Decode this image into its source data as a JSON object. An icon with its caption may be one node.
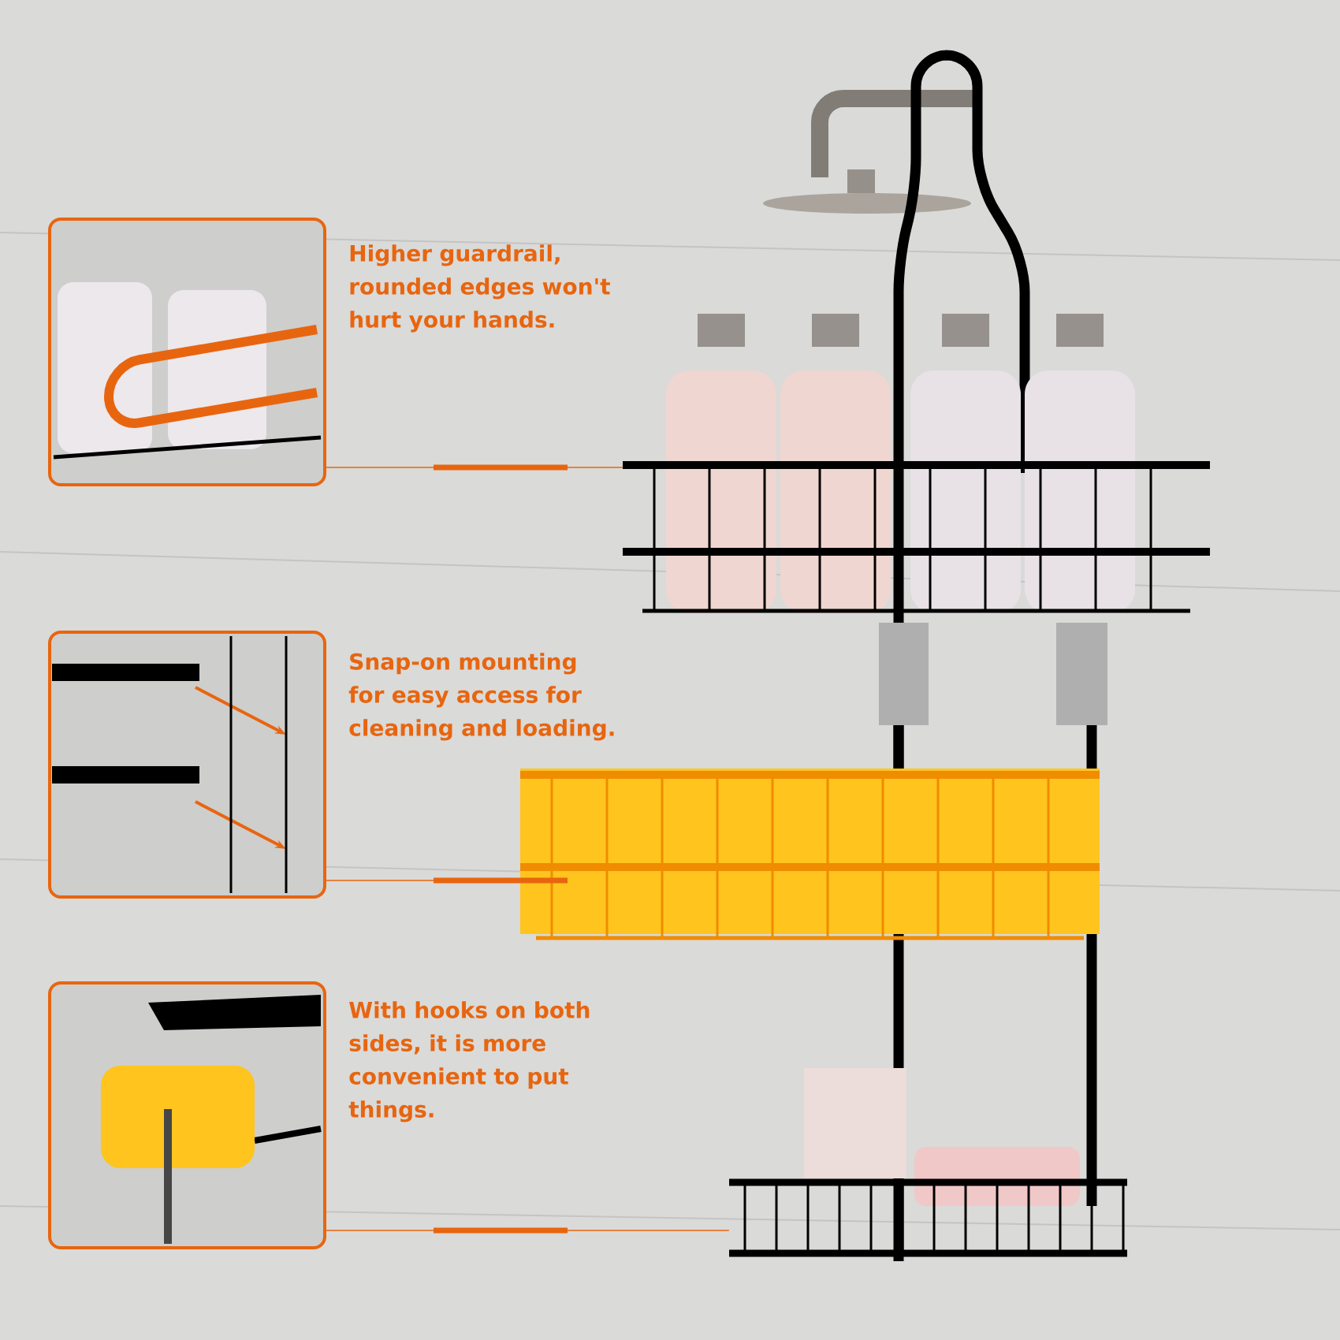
{
  "diagram": {
    "nodes": [
      {
        "text": [],
        "shape": "picture",
        "beside": [
          "Higher guardrail, rounded edges won't hurt your hands."
        ]
      },
      {
        "text": [],
        "shape": "picture",
        "beside": [
          "Snap-on mounting for easy access for cleaning and loading."
        ]
      },
      {
        "text": [],
        "shape": "picture",
        "beside": [
          "With hooks on both sides, it is more convenient to put things."
        ]
      },
      {
        "text": [],
        "shape": "picture"
      },
      {
        "text": [],
        "shape": "picture"
      },
      {
        "text": [],
        "shape": "picture"
      }
    ],
    "edges": [
      {
        "from": 0,
        "to": 3,
        "arrow": "none"
      },
      {
        "from": 1,
        "to": 4,
        "arrow": "none"
      },
      {
        "from": 2,
        "to": 5,
        "arrow": "none"
      }
    ]
  }
}
